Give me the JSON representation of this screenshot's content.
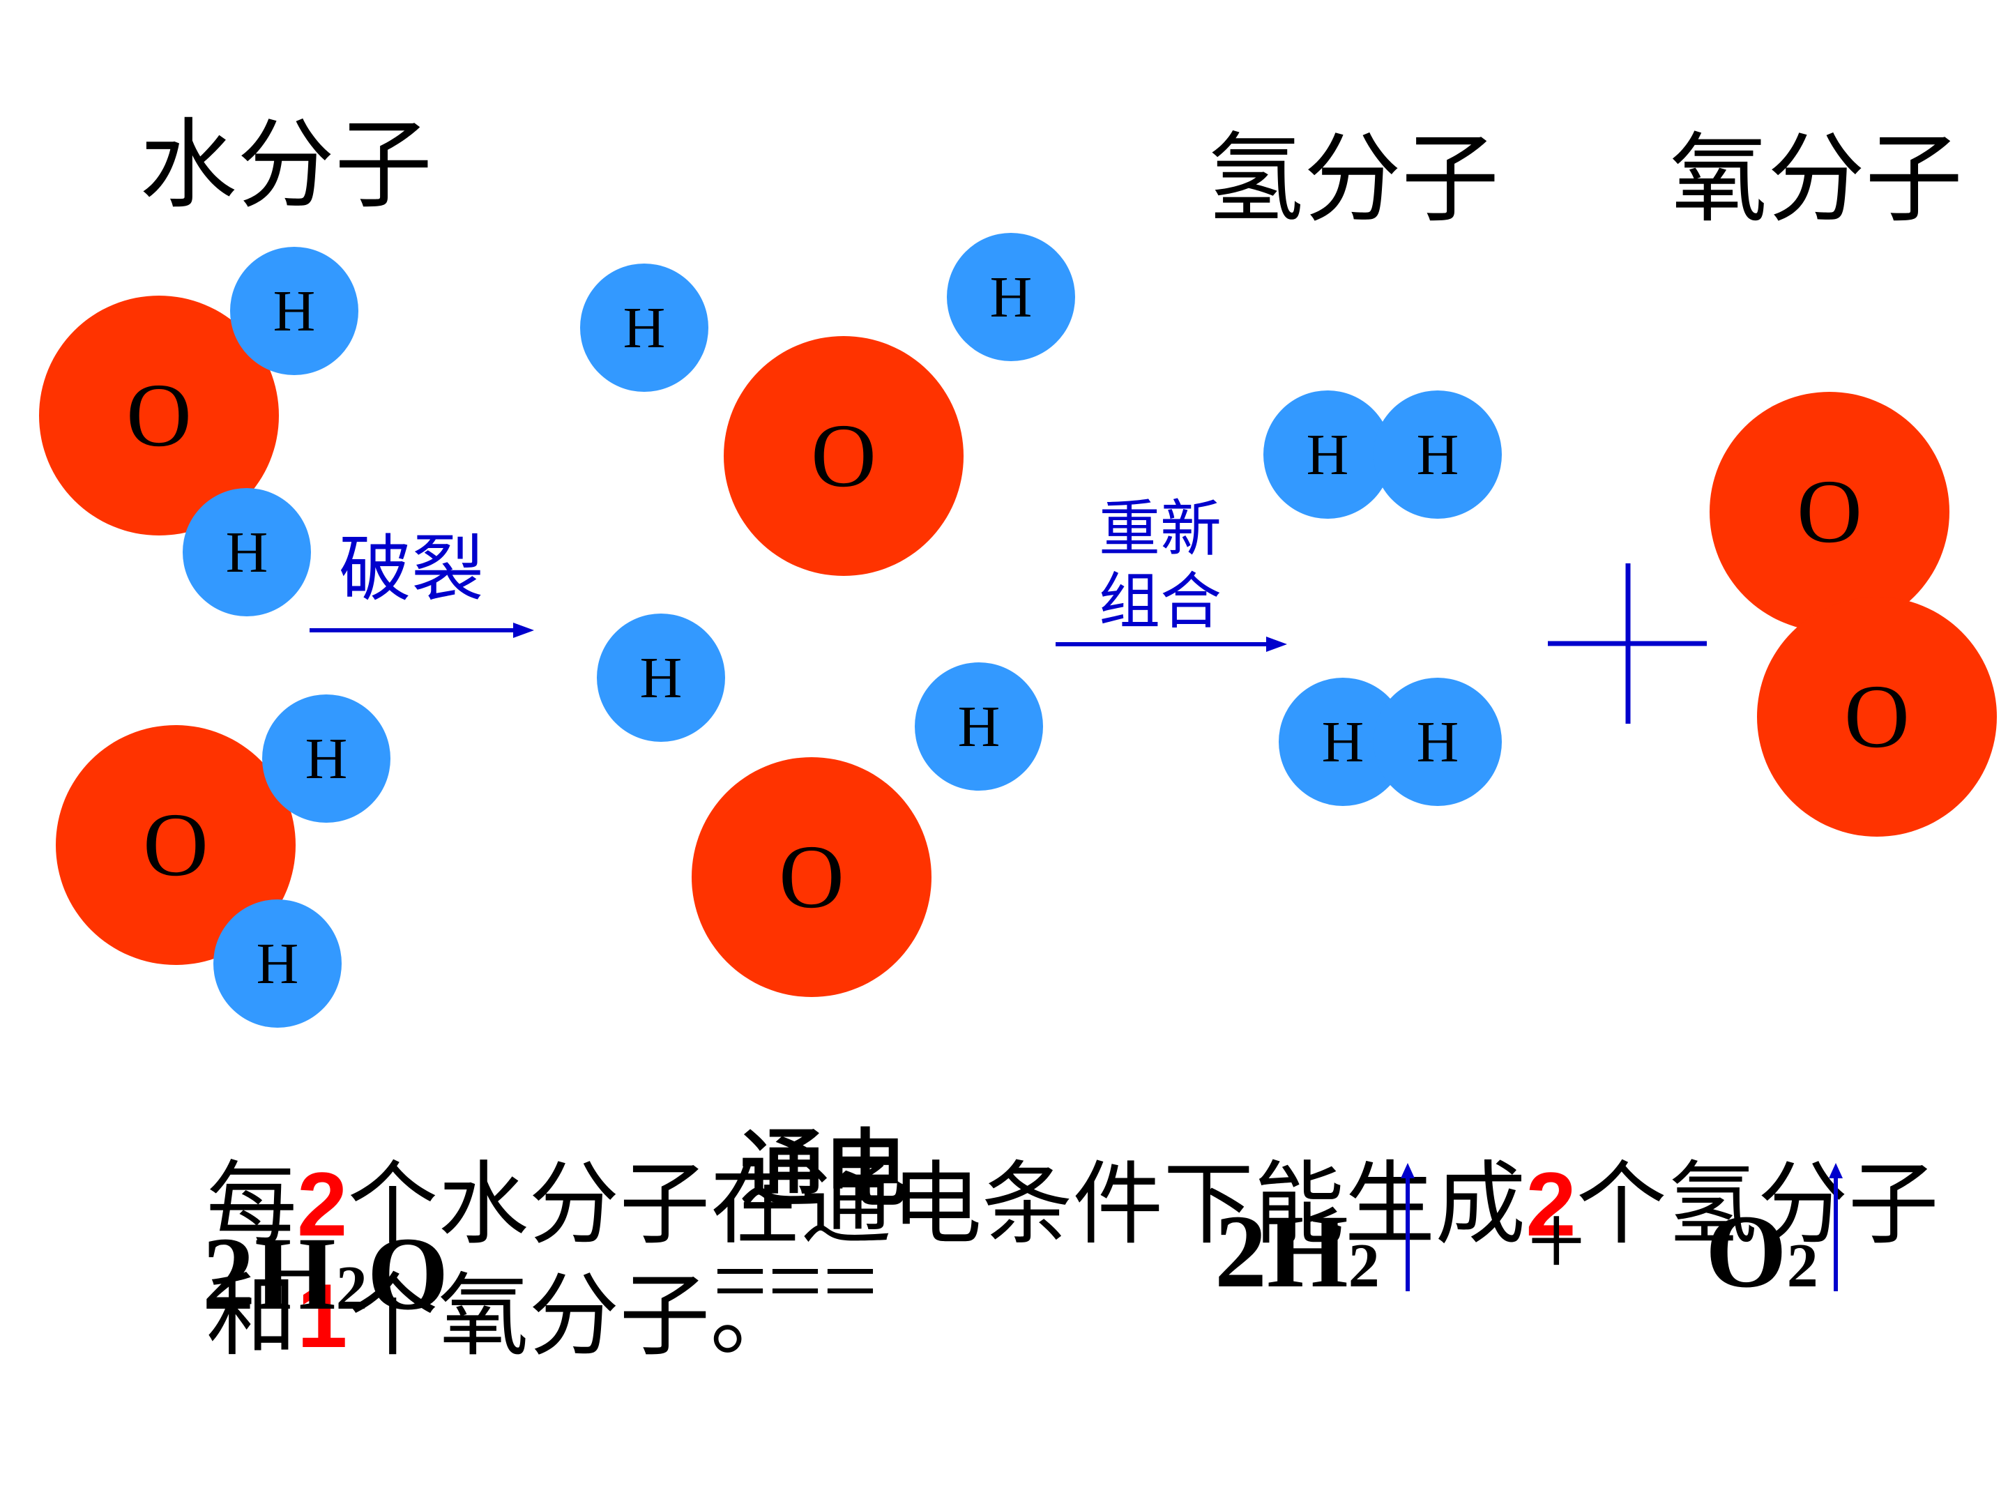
{
  "titles": {
    "water": "水分子",
    "hydrogen": "氢分子",
    "oxygen": "氧分子"
  },
  "labels": {
    "break": "破裂",
    "recombine_line1": "重新",
    "recombine_line2": "组合",
    "plus": "+"
  },
  "atoms": {
    "o": "O",
    "h": "H"
  },
  "sentence": {
    "line1_a": "每",
    "line1_num1": "2",
    "line1_b": "个水分子在通电条件下能生成",
    "line1_num2": "2",
    "line1_c": "个氢分子",
    "line2_a": "和",
    "line2_num": "1",
    "line2_b": "个氧分子。"
  },
  "equation": {
    "reactant_coef": "2",
    "reactant_h": "H",
    "reactant_sub": "2",
    "reactant_o": "O",
    "condition": "通电",
    "sign": "===",
    "product1_coef": "2",
    "product1": "H",
    "product1_sub": "2",
    "plus": "+",
    "product2": "O",
    "product2_sub": "2"
  },
  "colors": {
    "oxygen_atom": "#ff3300",
    "hydrogen_atom": "#3399ff",
    "label_blue": "#0000cc",
    "highlight_red": "#ff0000"
  }
}
